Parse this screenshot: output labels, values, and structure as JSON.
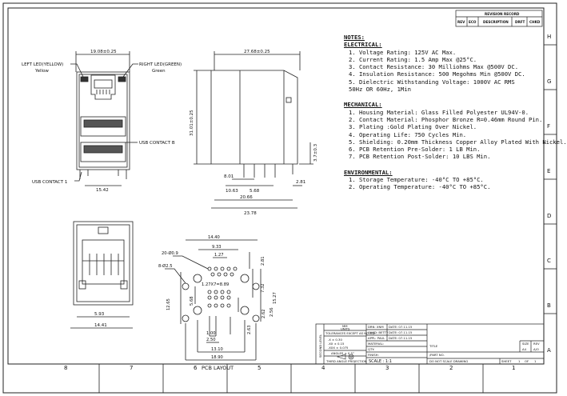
{
  "revision_record": {
    "title": "REVISION RECORD",
    "headers": [
      "REV",
      "ECO",
      "DESCRIPTION",
      "DRFT",
      "CHKD"
    ]
  },
  "notes": {
    "title": "NOTES:",
    "electrical_title": "ELECTRICAL:",
    "electrical": [
      "1. Voltage Rating: 125V AC Max.",
      "2. Current Rating: 1.5 Amp Max @25°C.",
      "3. Contact Resistance: 30 Milliohms Max @500V DC.",
      "4. Insulation Resistance: 500 Megohms Min @500V DC.",
      "5. Dielectric Withstanding Voltage: 1000V AC RMS",
      "   50Hz OR 60Hz, 1Min"
    ],
    "mechanical_title": "MECHANICAL:",
    "mechanical": [
      "1. Housing Material: Glass Filled Polyester UL94V-0.",
      "2. Contact Material: Phosphor Bronze R=0.46mm Round Pin.",
      "3. Plating :Gold Plating Over Nickel.",
      "4. Operating Life: 750 Cycles Min.",
      "5. Shielding: 0.20mm Thickness Copper Alloy Plated With Nickel.",
      "6. PCB Retention Pre-Solder: 1 LB Min.",
      "7. PCB Retention Post-Solder: 10 LBS Min."
    ],
    "environmental_title": "ENVIRONMENTAL:",
    "environmental": [
      "1. Storage Temperature:  -40°C TO +85°C.",
      "2. Operating Temperature: -40°C TO +85°C."
    ]
  },
  "front_view": {
    "width_dim": "19.08±0.25",
    "left_led": "LEFT LED(YELLOW)",
    "left_led_color": "Yellow",
    "right_led": "RIGHT LED(GREEN)",
    "right_led_color": "Green",
    "usb_contact_b": "USB CONTACT B",
    "usb_contact_1": "USB CONTACT 1",
    "bottom_dim": "15.42"
  },
  "side_view": {
    "top_dim": "27.68±0.25",
    "height_dim": "31.01±0.25",
    "right_dim": "3.7±0.3",
    "dims": [
      "8.01",
      "10.63",
      "5.68",
      "2.81",
      "20.66",
      "23.78"
    ]
  },
  "bottom_view": {
    "dims": [
      "5.93",
      "14.41"
    ]
  },
  "pcb_layout": {
    "title": "PCB LAYOUT",
    "hole_20": "20-Ø0.9",
    "hole_8": "8-Ø2.5",
    "dims": [
      "14.40",
      "9.33",
      "1.27",
      "1.27X7=8.89",
      "2.81",
      "12.65",
      "5.68",
      "7.32",
      "15.27",
      "2.56",
      "2.62",
      "2.63",
      "1.00",
      "2.50",
      "13.10",
      "18.90"
    ]
  },
  "title_block": {
    "unit_label": "MM",
    "unit_sub": "UNITS",
    "tolerance_label": "TOLERANCES EXCEPT AS NOTED",
    "tol_rows": [
      ".X  ± 0.30",
      ".XX ± 0.15",
      ".XXX ± 0.075"
    ],
    "side_label": "SECOND LEVEL",
    "angles": "ANGLES ± 0.5°",
    "projection": "THIRD ANGLE PROJECTION",
    "drawn": "DRN: XNM",
    "drawn_date": "DATE: 07.11.15",
    "checked": "CHKD: BETTY",
    "checked_date": "DATE: 07.11.15",
    "approved": "APPL: PAUL",
    "approved_date": "DATE: 07.11.15",
    "material": "MATERIAL:",
    "qty": "QTY:",
    "finish": "FINISH:",
    "scale": "SCALE : 1:1",
    "title": "TITLE",
    "part_no": "/PART NO.",
    "size_label": "SIZE",
    "size": "A4",
    "rev_label": "REV",
    "rev": "A/O",
    "do_not_scale": "DO NOT SCALE DRAWING",
    "sheet": "SHEET",
    "sheet_val": "1",
    "of": "OF",
    "of_val": "1"
  },
  "border": {
    "columns": [
      "8",
      "7",
      "6",
      "5",
      "4",
      "3",
      "2",
      "1"
    ],
    "rows": [
      "H",
      "G",
      "F",
      "E",
      "D",
      "C",
      "B",
      "A"
    ]
  }
}
